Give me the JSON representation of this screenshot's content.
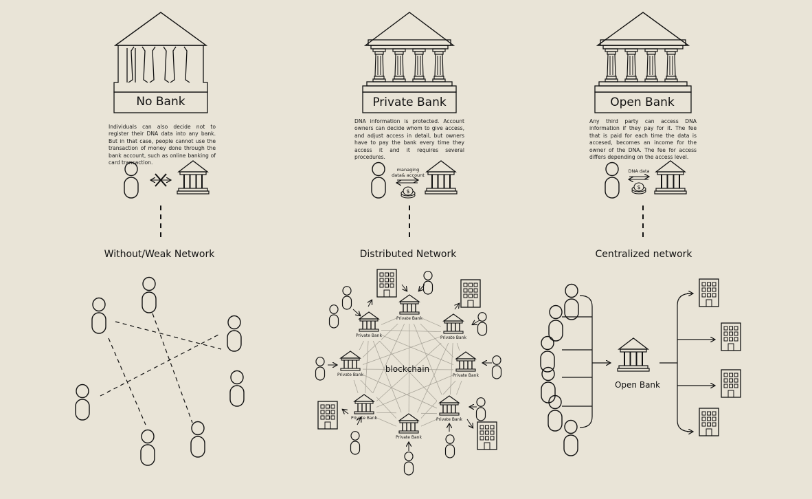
{
  "columns": {
    "no_bank": {
      "title": "No Bank",
      "description": "Individuals can also decide not to register their DNA data into any bank. But in that case, people cannot use the transaction of money done through the bank account, such as online banking of card transaction.",
      "network_label": "Without/Weak Network"
    },
    "private_bank": {
      "title": "Private Bank",
      "description": "DNA information is protected. Account owners can decide whom to give access, and adjust access in detail, but owners have to pay the bank every time they access it and it requires several procedures.",
      "flow_label_line1": "managing",
      "flow_label_line2": "data& account",
      "network_label": "Distributed Network",
      "node_label": "Private Bank",
      "center_label": "blockchain"
    },
    "open_bank": {
      "title": "Open Bank",
      "description": "Any third party can access DNA information if they pay for it. The fee that is paid for each time the data is accesed, becomes an income for the owner of the DNA. The fee for access differs depending on the access level.",
      "flow_label": "DNA data",
      "network_label": "Centralized network",
      "hub_label": "Open Bank"
    }
  },
  "colors": {
    "background": "#e9e4d7",
    "ink": "#111111",
    "mesh": "#a9a59a"
  },
  "icons": [
    "bank-building-icon",
    "person-icon",
    "office-building-icon",
    "coin-icon",
    "blocked-exchange-icon"
  ]
}
